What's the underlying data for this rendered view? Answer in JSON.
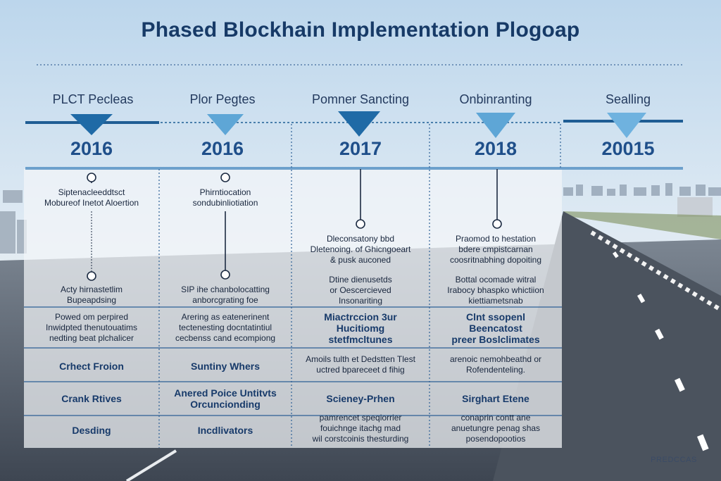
{
  "title": "Phased Blockhain Implementation Plogoap",
  "phases": [
    {
      "name": "PLCT Pecleas",
      "year": "2016"
    },
    {
      "name": "Plor Pegtes",
      "year": "2016"
    },
    {
      "name": "Pomner Sancting",
      "year": "2017"
    },
    {
      "name": "Onbinranting",
      "year": "2018"
    },
    {
      "name": "Sealling",
      "year": "20015"
    }
  ],
  "columns": [
    {
      "upper_a": [
        "Siptenacleeddtsct",
        "Mobureof Inetot Aloertion"
      ],
      "upper_b": [
        "Acty hirnastetlim",
        "Bupeapdsing"
      ],
      "rows": [
        [
          "Powed om perpired",
          "Inwidpted thenutouatims",
          "nedting beat plchalicer"
        ],
        [
          "Crhect  Froion"
        ],
        [
          "Crank Rtives"
        ],
        [
          "Desding"
        ]
      ]
    },
    {
      "upper_a": [
        "Phirntiocation",
        "sondubinliotiation"
      ],
      "upper_b": [
        "SIP ihe chanbolocatting",
        "anborcgrating foe"
      ],
      "rows": [
        [
          "Arering as eatenerinent",
          "tectenesting docntatintiul",
          "cecbenss cand ecompiong"
        ],
        [
          "Suntiny Whers"
        ],
        [
          "Anered Poice Untitvts",
          "Orcuncionding"
        ],
        [
          "Incdlivators"
        ]
      ]
    },
    {
      "upper_a": [
        "Dleconsatony bbd",
        "Dletenoing. of Ghicngoeart",
        "& pusk auconed"
      ],
      "upper_b": [
        "Dtine dienusetds",
        "or Oescercieved",
        "Insonariting"
      ],
      "rows": [
        [
          "Miactrccion 3ur",
          "Hucitiomg",
          "stetfmcltunes"
        ],
        [
          "Amoils tulth et Dedstten Tlest",
          "uctred bpareceet d fihig"
        ],
        [
          "Scieney-Prhen"
        ],
        [
          "pamrencet speqiorrier",
          "fouichnge itachg mad",
          "wil corstcoinis thesturding"
        ]
      ]
    },
    {
      "upper_a": [
        "Praomod to hestation",
        "bdere cmpistcarnan",
        "coosritnabhing dopoiting"
      ],
      "upper_b": [
        "Bottal ocomade witral",
        "Irabocy bhaspko whictiion",
        "kiettiametsnab"
      ],
      "rows": [
        [
          "Clnt ssopenl",
          "Beencatost",
          "preer Boslclimates"
        ],
        [
          "arenoic nemohbeathd or",
          "Rofendenteling."
        ],
        [
          "Sirghart Etene"
        ],
        [
          "conaprin contt ane",
          "anuetungre penag shas",
          "posendopootios"
        ]
      ]
    }
  ],
  "watermark": "PREDCCAS"
}
